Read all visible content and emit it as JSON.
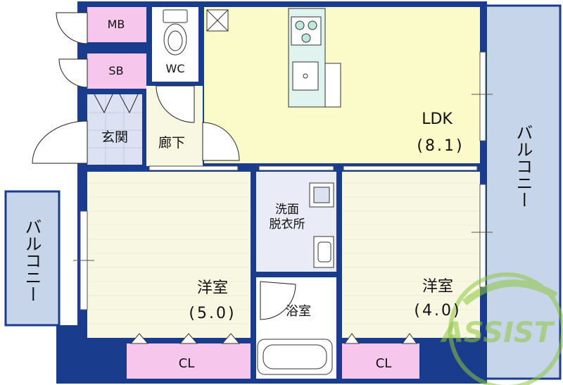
{
  "rooms": {
    "mb": "MB",
    "sb": "SB",
    "wc": "WC",
    "entrance": "玄関",
    "hallway": "廊下",
    "ldk": "LDK",
    "ldk_size": "(8.1)",
    "washroom": "洗面\n脱衣所",
    "bathroom": "浴室",
    "western_left": "洋室",
    "western_left_size": "(5.0)",
    "western_right": "洋室",
    "western_right_size": "(4.0)",
    "closet_left": "CL",
    "closet_right": "CL",
    "balcony_right": "バルコニー",
    "balcony_left": "バルコニー"
  },
  "watermark": {
    "text": "ASSIST"
  },
  "colors": {
    "wall": "#1a3c8c",
    "ldk_floor": "#fbfbc9",
    "room_floor": "#f8f8e2",
    "storage": "#f6c6ec",
    "tile": "#dde2f3",
    "balcony": "#c7d5ea",
    "washroom_floor": "#e9ecf6",
    "watermark": "#8dc63f"
  },
  "icons": [
    "stove-icon",
    "sink-icon",
    "toilet-icon",
    "washing-machine-icon",
    "bathtub-icon",
    "wash-basin-icon",
    "ventilation-icon"
  ]
}
